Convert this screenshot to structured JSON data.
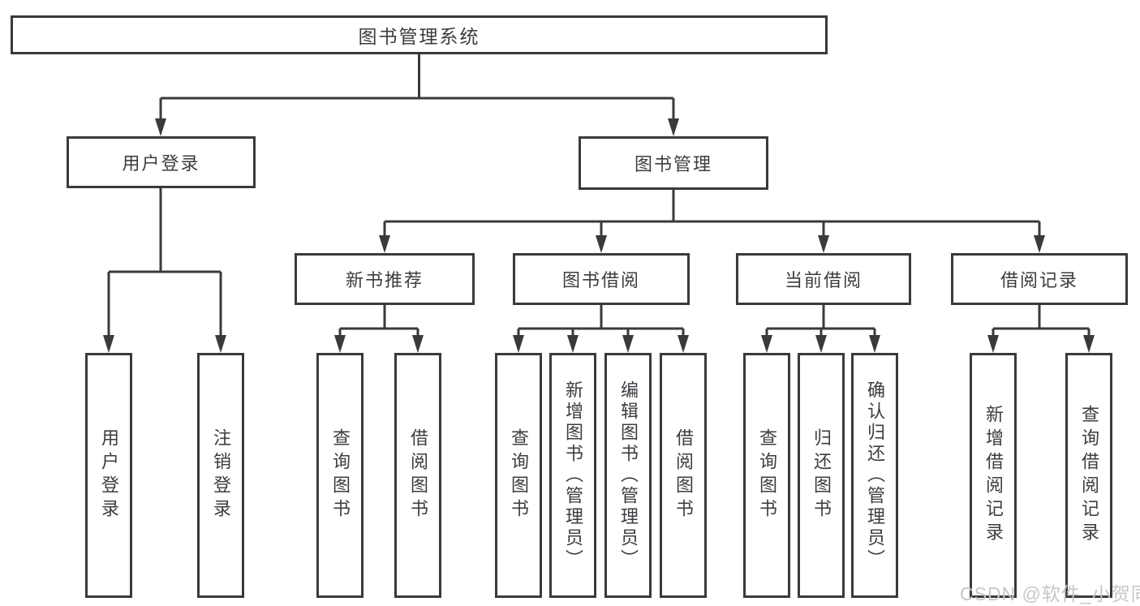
{
  "diagram": {
    "root": {
      "label": "图书管理系统"
    },
    "level2": [
      {
        "label": "用户登录"
      },
      {
        "label": "图书管理"
      }
    ],
    "level3": [
      {
        "label": "新书推荐"
      },
      {
        "label": "图书借阅"
      },
      {
        "label": "当前借阅"
      },
      {
        "label": "借阅记录"
      }
    ],
    "leaves": {
      "user_login": [
        "用户登录",
        "注销登录"
      ],
      "new_book": [
        "查询图书",
        "借阅图书"
      ],
      "book_borrow": [
        "查询图书",
        "新增图书（管理员）",
        "编辑图书（管理员）",
        "借阅图书"
      ],
      "current_borrow": [
        "查询图书",
        "归还图书",
        "确认归还（管理员）"
      ],
      "borrow_record": [
        "新增借阅记录",
        "查询借阅记录"
      ]
    }
  },
  "watermark": "CSDN @软件_小贺同学",
  "colors": {
    "line": "#3a3a3e",
    "text": "#3c3c42",
    "watermark": "#c6c6c6",
    "background": "#ffffff"
  }
}
